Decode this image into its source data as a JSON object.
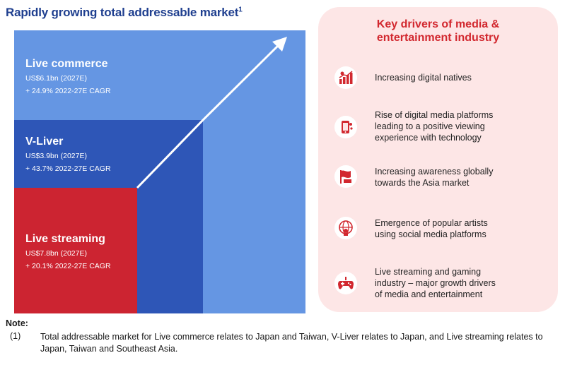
{
  "title": {
    "text": "Rapidly growing total addressable market",
    "footnote_mark": "1"
  },
  "segments": {
    "live_commerce": {
      "name": "Live commerce",
      "size": "US$6.1bn (2027E)",
      "cagr": "+ 24.9% 2022-27E CAGR"
    },
    "v_liver": {
      "name": "V-Liver",
      "size": "US$3.9bn (2027E)",
      "cagr": "+ 43.7% 2022-27E CAGR"
    },
    "live_streaming": {
      "name": "Live streaming",
      "size": "US$7.8bn (2027E)",
      "cagr": "+ 20.1% 2022-27E CAGR"
    }
  },
  "colors": {
    "live_commerce": "#6596e3",
    "v_liver": "#2e56b7",
    "live_streaming": "#cc2431",
    "accent_red": "#d2282f",
    "panel_bg": "#fde6e6",
    "title_blue": "#1f3f8f"
  },
  "drivers": {
    "title_line1": "Key drivers of media &",
    "title_line2": "entertainment industry",
    "items": [
      {
        "icon": "growth-chart-icon",
        "line1": "Increasing digital natives",
        "line2": "",
        "line3": ""
      },
      {
        "icon": "mobile-platform-icon",
        "line1": "Rise of digital media platforms",
        "line2": "leading to a positive viewing",
        "line3": "experience with technology"
      },
      {
        "icon": "flag-icon",
        "line1": "Increasing awareness globally",
        "line2": "towards the Asia market",
        "line3": ""
      },
      {
        "icon": "globe-artist-icon",
        "line1": "Emergence of popular artists",
        "line2": "using social media platforms",
        "line3": ""
      },
      {
        "icon": "gamepad-icon",
        "line1": "Live streaming and gaming",
        "line2": "industry – major growth drivers",
        "line3": "of media and entertainment"
      }
    ]
  },
  "note": {
    "label": "Note:",
    "number": "(1)",
    "text": "Total addressable market for Live commerce relates to Japan and Taiwan, V-Liver relates to Japan, and Live streaming relates to Japan, Taiwan and Southeast Asia."
  }
}
